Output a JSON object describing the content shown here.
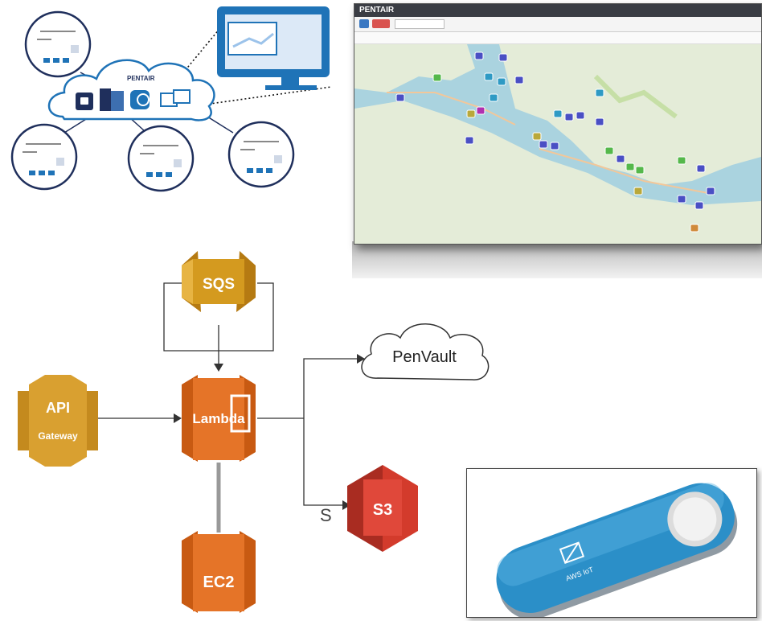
{
  "network": {
    "cloud_brand": "PENTAIR"
  },
  "map_screenshot": {
    "app_brand": "PENTAIR",
    "header_text": "",
    "markers": [
      {
        "color": "#4a4fc4"
      },
      {
        "color": "#4a4fc4"
      },
      {
        "color": "#55b84b"
      },
      {
        "color": "#4a4fc4"
      },
      {
        "color": "#2e9ac4"
      },
      {
        "color": "#2e9ac4"
      },
      {
        "color": "#4a4fc4"
      },
      {
        "color": "#b9a83a"
      },
      {
        "color": "#b030b0"
      },
      {
        "color": "#4a4fc4"
      },
      {
        "color": "#2e9ac4"
      },
      {
        "color": "#4a4fc4"
      },
      {
        "color": "#4a4fc4"
      },
      {
        "color": "#2e9ac4"
      },
      {
        "color": "#b9a83a"
      },
      {
        "color": "#4a4fc4"
      },
      {
        "color": "#4a4fc4"
      },
      {
        "color": "#55b84b"
      },
      {
        "color": "#55b84b"
      },
      {
        "color": "#55b84b"
      },
      {
        "color": "#4a4fc4"
      },
      {
        "color": "#55b84b"
      },
      {
        "color": "#4a4fc4"
      },
      {
        "color": "#b9a83a"
      },
      {
        "color": "#4a4fc4"
      },
      {
        "color": "#4a4fc4"
      },
      {
        "color": "#4a4fc4"
      },
      {
        "color": "#d08a3a"
      },
      {
        "color": "#4a4fc4"
      },
      {
        "color": "#2e9ac4"
      }
    ]
  },
  "architecture": {
    "sqs_label": "SQS",
    "api_label": "API",
    "gateway_label": "Gateway",
    "lambda_label": "Lambda",
    "penvault_label": "PenVault",
    "s3_label": "S3",
    "ec2_label": "EC2",
    "stray_text": "S"
  },
  "iot_button": {
    "label": "AWS IoT"
  },
  "colors": {
    "sqs": "#c98d1a",
    "api": "#d59a2c",
    "lambda": "#e0711e",
    "ec2": "#e0711e",
    "s3": "#d33b2c",
    "navy": "#1f2f5c",
    "monitor": "#1f73b7",
    "iot_blue": "#2b8fc8"
  }
}
